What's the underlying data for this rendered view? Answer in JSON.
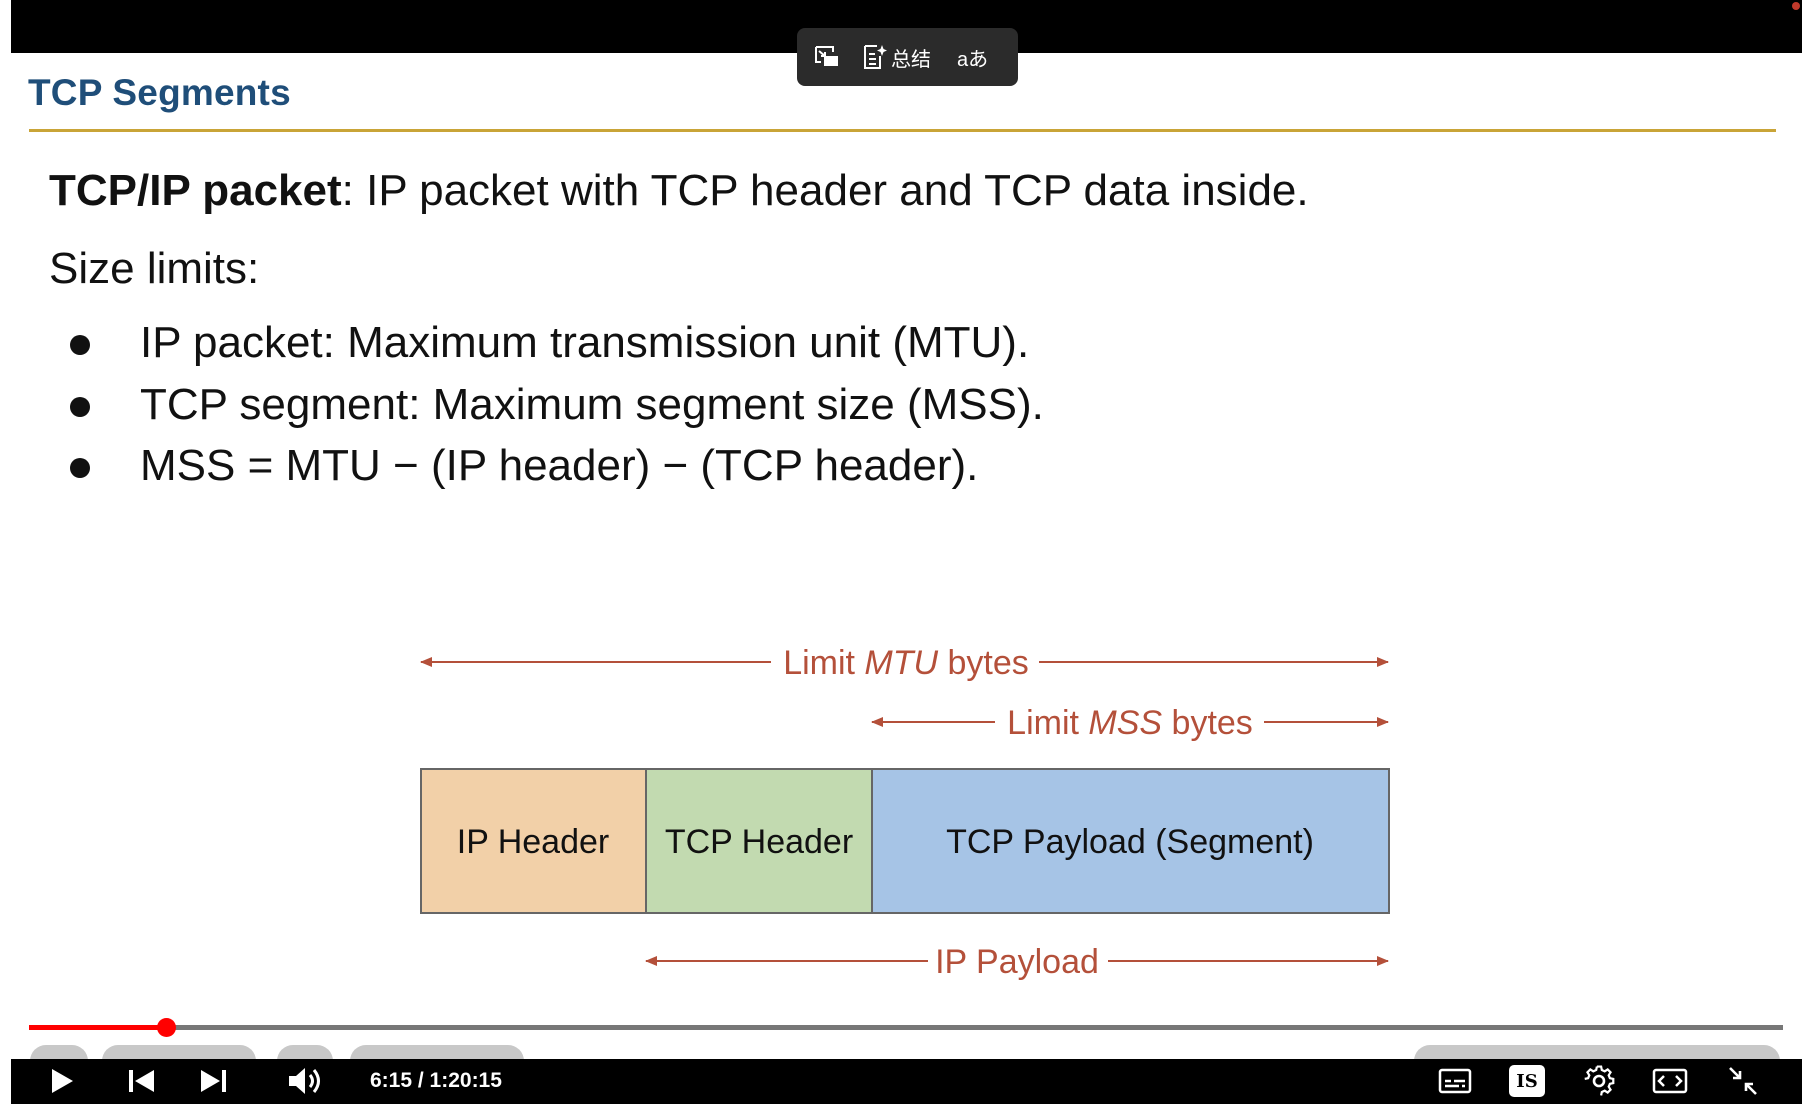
{
  "floating_toolbar": {
    "exit_pip_icon": "picture-in-picture-exit-icon",
    "summary_label": "总结",
    "summary_icon": "ai-summary-document-icon",
    "translate_label": "aあ",
    "translate_icon": "translate-icon"
  },
  "slide": {
    "title": "TCP Segments",
    "intro_bold": "TCP/IP packet",
    "intro_rest": ": IP packet with TCP header and TCP data inside.",
    "size_limits_label": "Size limits:",
    "bullets": [
      "IP packet: Maximum transmission unit (MTU).",
      "TCP segment: Maximum segment size (MSS).",
      "MSS = MTU − (IP header) − (TCP header)."
    ]
  },
  "diagram": {
    "mtu_limit": {
      "prefix": "Limit ",
      "italic": "MTU",
      "suffix": " bytes"
    },
    "mss_limit": {
      "prefix": "Limit ",
      "italic": "MSS",
      "suffix": " bytes"
    },
    "ip_payload_label": "IP Payload",
    "boxes": [
      {
        "label": "IP Header",
        "color": "#f2d0a8"
      },
      {
        "label": "TCP Header",
        "color": "#c2dab0"
      },
      {
        "label": "TCP Payload (Segment)",
        "color": "#a6c4e6"
      }
    ],
    "arrow_color": "#b4503a"
  },
  "player": {
    "time_display": "6:15 / 1:20:15",
    "progress_fraction": 0.0779,
    "play_icon": "play-icon",
    "previous_icon": "previous-icon",
    "next_icon": "next-icon",
    "volume_icon": "volume-icon",
    "subtitles_icon": "subtitles-icon",
    "cc_badge_label": "IS",
    "settings_icon": "gear-icon",
    "miniplayer_icon": "miniplayer-icon",
    "fullscreen_exit_icon": "fullscreen-exit-icon",
    "accent_color": "#ff0000"
  }
}
